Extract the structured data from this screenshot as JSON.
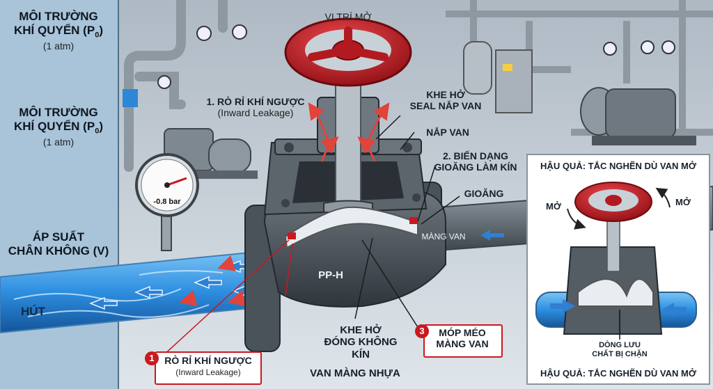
{
  "left_panel": {
    "env1_line1": "MÔI TRƯỜNG",
    "env1_line2": "KHÍ QUYỂN (P",
    "env1_sub0": "0",
    "env1_close": ")",
    "env1_unit": "(1 atm)",
    "env2_line1": "MÔI TRƯỜNG",
    "env2_line2": "KHÍ QUYỂN (P",
    "env2_sub0": "0",
    "env2_close": ")",
    "env2_unit": "(1 atm)",
    "vacuum_line1": "ÁP SUẤT",
    "vacuum_line2": "CHÂN KHÔNG (V)",
    "suction": "HÚT"
  },
  "gauge": {
    "reading": "-0.8 bar"
  },
  "valve": {
    "open_position": "VỊ TRÍ MỞ",
    "body_material": "PP-H",
    "title": "VAN MÀNG NHỰA",
    "membrane_label": "MÀNG VAN"
  },
  "annotations": {
    "leak1_title": "1. RÒ RỈ KHÍ NGƯỢC",
    "leak1_sub": "(Inward Leakage)",
    "seal_gap_line1": "KHE HỞ",
    "seal_gap_line2": "SEAL NẮP VAN",
    "bonnet": "NẮP VAN",
    "gasket_deform_line1": "2. BIẾN DẠNG",
    "gasket_deform_line2": "GIOĂNG LÀM KÍN",
    "gasket": "GIOĂNG",
    "close_gap_line1": "KHE HỞ",
    "close_gap_line2": "ĐÓNG KHÔNG KÍN",
    "callout1_num": "1",
    "callout1_title": "RÒ RỈ KHÍ NGƯỢC",
    "callout1_sub": "(Inward Leakage)",
    "callout3_num": "3",
    "callout3_line1": "MÓP MÉO",
    "callout3_line2": "MÀNG VAN"
  },
  "inset": {
    "heading": "HẬU QUẢ: TẮC NGHẼN DÙ VAN MỞ",
    "open_left": "MỞ",
    "open_right": "MỞ",
    "blocked_line1": "DÒNG LƯU",
    "blocked_line2": "CHẤT BỊ CHẶN",
    "caption": "HẬU QUẢ: TẮC NGHẼN DÙ VAN MỞ"
  },
  "colors": {
    "handwheel": "#c8191f",
    "water": "#2d8fe0",
    "pipe": "#6f7880",
    "valve_body": "#4a525a",
    "membrane": "#e8edf2",
    "left_panel": "#a9c4d9"
  }
}
